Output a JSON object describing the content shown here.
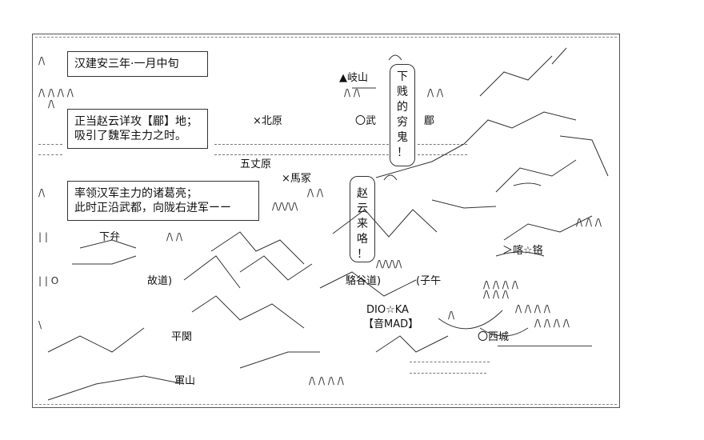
{
  "boxes": {
    "date": "汉建安三年·一月中旬",
    "zhao_line1": "正当赵云详攻【郿】地；",
    "zhao_line2": "吸引了魏军主力之时。",
    "zhuge_line1": "率领汉军主力的诸葛亮；",
    "zhuge_line2": "此时正沿武都，向陇右进军ーー"
  },
  "vertical": {
    "xiajian": [
      "下",
      "贱",
      "的",
      "穷",
      "鬼",
      "！"
    ],
    "zhaoyun": [
      "赵",
      "云",
      "来",
      "咯",
      "！"
    ]
  },
  "places": {
    "qishan": "▲岐山",
    "beiyuan": "×北原",
    "wu": "〇武",
    "mei": "郿",
    "wuzhangyuan": "五丈原",
    "majia": "×馬冢",
    "xiabian": "下弁",
    "gudao": "故道)",
    "luogudao": "駱谷道)",
    "ziwu": "(子午",
    "pingguan": "平関",
    "junshan": "軍山",
    "xicheng": "〇西城",
    "yinmad": "【音MAD】",
    "dioka": "DIO☆KA",
    "kachaming": "＞喀☆铬"
  }
}
